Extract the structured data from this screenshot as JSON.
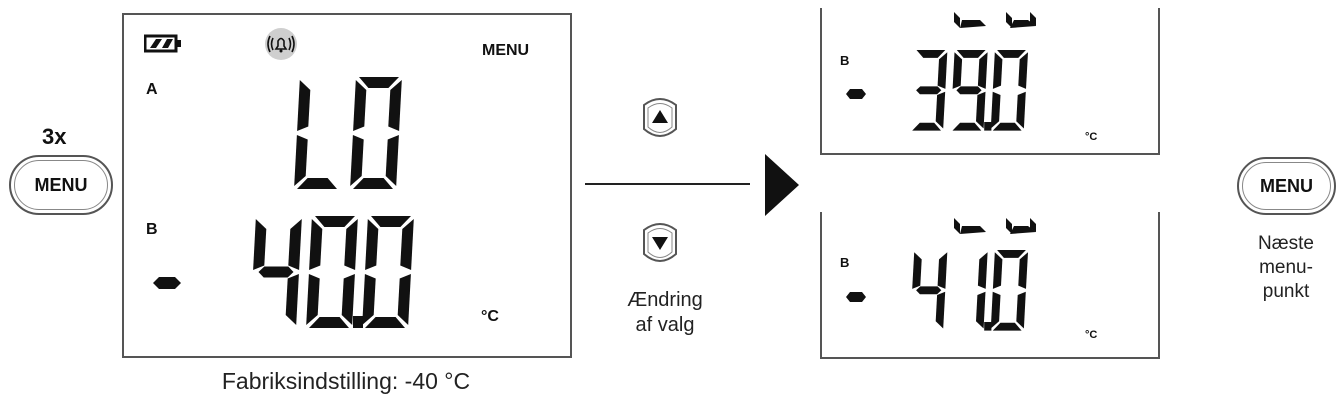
{
  "left_button": {
    "repeat": "3x",
    "label": "MENU"
  },
  "main_display": {
    "menu_label": "MENU",
    "channel_a": "A",
    "channel_b": "B",
    "value_a": "LO",
    "value_b": "40.0",
    "sign_b": "-",
    "unit": "°C",
    "battery_icon": "battery-icon",
    "alarm_icon": "alarm-bell-icon"
  },
  "factory_caption": "Fabriksindstilling: -40 °C",
  "arrow_buttons": {
    "up_icon": "up-arrow-icon",
    "down_icon": "down-arrow-icon"
  },
  "change_caption": {
    "line1": "Ændring",
    "line2": "af valg"
  },
  "top_display": {
    "channel_b": "B",
    "sign_b": "-",
    "value_b": "39.0",
    "unit": "°C"
  },
  "bottom_display": {
    "channel_b": "B",
    "sign_b": "-",
    "value_b": "41.0",
    "unit": "°C"
  },
  "right_button": {
    "label": "MENU"
  },
  "next_caption": {
    "line1": "Næste",
    "line2": "menu-",
    "line3": "punkt"
  }
}
